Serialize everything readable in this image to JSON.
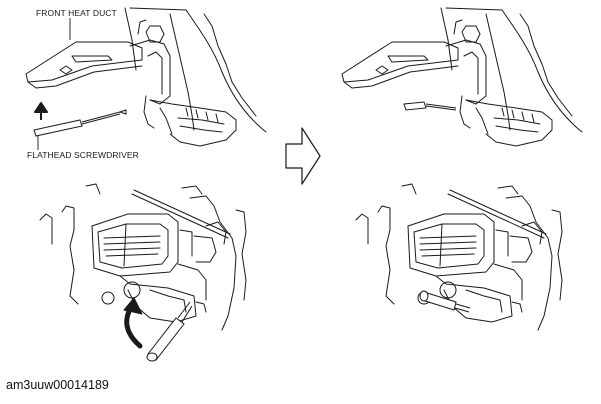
{
  "labels": {
    "front_heat_duct": "FRONT HEAT DUCT",
    "flathead_screwdriver": "FLATHEAD SCREWDRIVER"
  },
  "figure_code": "am3uuw00014189",
  "colors": {
    "line": "#1a1a1a",
    "background": "#ffffff"
  }
}
